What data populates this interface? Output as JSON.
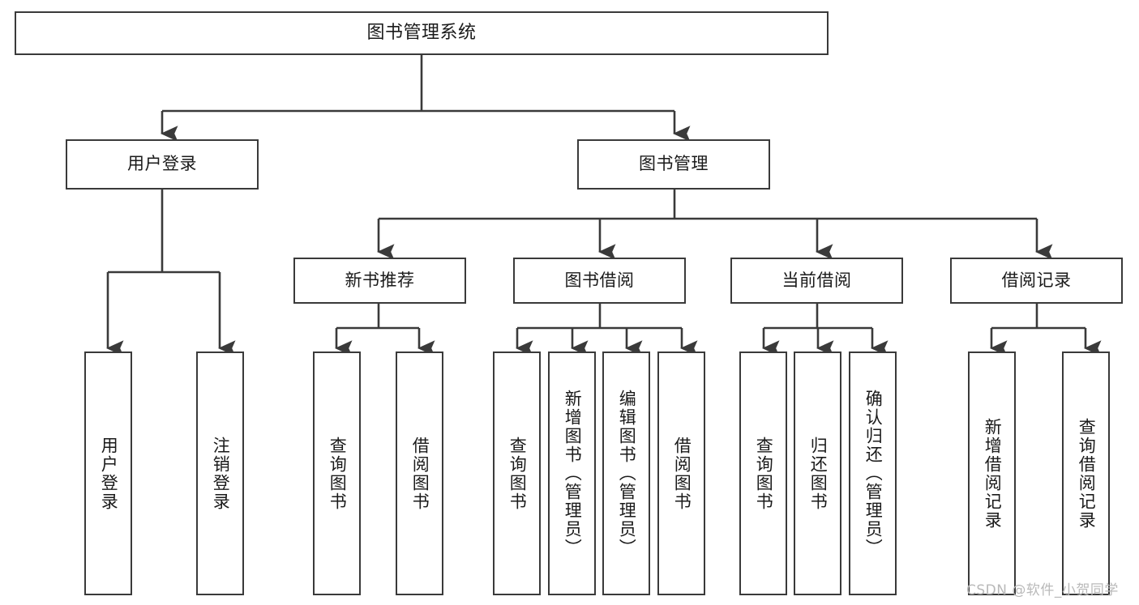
{
  "diagram": {
    "type": "tree-hierarchy-chart",
    "title": "图书管理系统",
    "watermark": "CSDN @软件_小贺同学",
    "colors": {
      "stroke": "#3a3a3a",
      "box_fill": "#ffffff",
      "text": "#1a1a1a",
      "watermark": "#b9b9b9",
      "background": "#ffffff"
    },
    "levels": {
      "root": {
        "label": "图书管理系统"
      },
      "level2": [
        {
          "label": "用户登录"
        },
        {
          "label": "图书管理"
        }
      ],
      "level3": [
        {
          "label": "新书推荐"
        },
        {
          "label": "图书借阅"
        },
        {
          "label": "当前借阅"
        },
        {
          "label": "借阅记录"
        }
      ],
      "leaves": {
        "user_login": [
          {
            "label": "用户登录"
          },
          {
            "label": "注销登录"
          }
        ],
        "new_book_recommend": [
          {
            "label": "查询图书"
          },
          {
            "label": "借阅图书"
          }
        ],
        "book_borrow": [
          {
            "label": "查询图书"
          },
          {
            "label": "新增图书（管理员）"
          },
          {
            "label": "编辑图书（管理员）"
          },
          {
            "label": "借阅图书"
          }
        ],
        "current_borrow": [
          {
            "label": "查询图书"
          },
          {
            "label": "归还图书"
          },
          {
            "label": "确认归还（管理员）"
          }
        ],
        "borrow_records": [
          {
            "label": "新增借阅记录"
          },
          {
            "label": "查询借阅记录"
          }
        ]
      }
    }
  }
}
